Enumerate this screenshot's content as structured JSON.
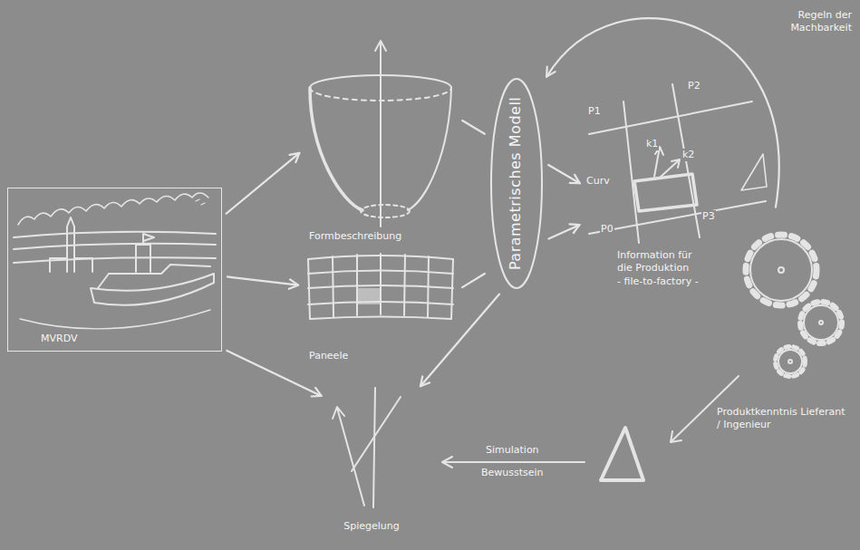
{
  "diagram": {
    "nodes": [
      {
        "text": [
          "MVRDV"
        ]
      },
      {
        "text": [
          "Formbeschreibung"
        ]
      },
      {
        "text": [
          "Paneele"
        ]
      },
      {
        "text": [
          "Parametrisches Modell"
        ]
      },
      {
        "text": [
          "Information für die Produktion",
          "- file-to-factory -"
        ]
      },
      {
        "text": [
          "Spiegelung"
        ]
      }
    ],
    "edges": [
      {
        "from": 0,
        "to": 1,
        "arrow": "to"
      },
      {
        "from": 0,
        "to": 2,
        "arrow": "to"
      },
      {
        "from": 0,
        "to": 5,
        "arrow": "to"
      },
      {
        "from": 1,
        "to": 3,
        "arrow": "none"
      },
      {
        "from": 2,
        "to": 3,
        "arrow": "none"
      },
      {
        "from": 3,
        "to": 4,
        "arrow": "to"
      },
      {
        "from": 3,
        "to": 4,
        "arrow": "to"
      },
      {
        "from": 3,
        "to": 5,
        "arrow": "to"
      },
      {
        "from": 4,
        "to": 3,
        "label": "Regeln der Machbarkeit",
        "arrow": "to"
      }
    ],
    "labels": [
      "P1",
      "P2",
      "P3",
      "P0",
      "Curv",
      "k1",
      "k2",
      "Produktkenntnis Lieferant / Ingenieur",
      "Simulation",
      "Bewusstsein"
    ]
  }
}
